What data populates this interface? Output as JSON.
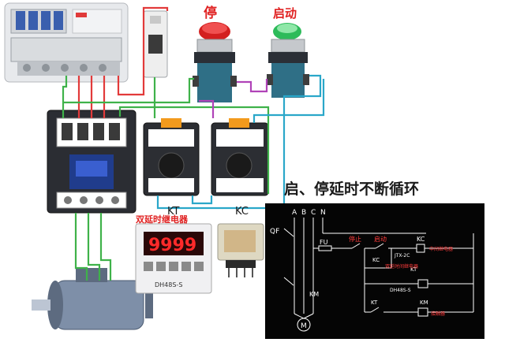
{
  "labels": {
    "stop": "停",
    "start": "启动",
    "title": "启、停延时不断循环",
    "kt": "KT",
    "kc": "KC",
    "timer_name": "双延时继电器",
    "timer_display": "9999",
    "timer_model": "DH48S-S"
  },
  "schematic": {
    "phase_a": "A",
    "phase_b": "B",
    "phase_c": "C",
    "neutral": "N",
    "qf": "QF",
    "fu": "FU",
    "stop_label": "停止",
    "start_label": "启动",
    "kc": "KC",
    "kc_coil_note": "中间继电器",
    "jtx": "JTX-2C",
    "kt": "KT",
    "kt_note": "双延时间继电器",
    "dh48s": "DH48S-S",
    "km": "KM",
    "km_note": "接触器",
    "motor": "M"
  },
  "colors": {
    "wire_red": "#e23a3a",
    "wire_green": "#3fb24a",
    "wire_purple": "#b043b8",
    "wire_cyan": "#2aa7c9",
    "schematic_bg": "#050505",
    "schematic_line": "#ffffff",
    "schematic_label": "#ff3b3b",
    "title_color": "#1a1a1a",
    "label_red": "#e02020"
  }
}
